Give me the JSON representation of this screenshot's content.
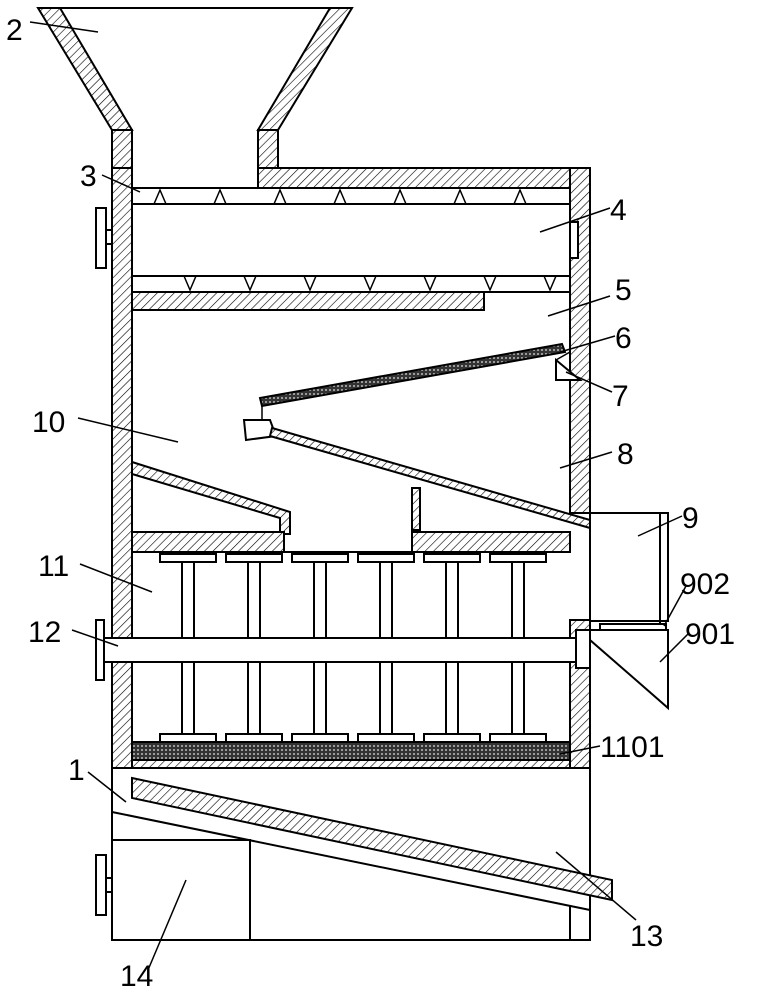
{
  "labels": {
    "l1": "1",
    "l2": "2",
    "l3": "3",
    "l4": "4",
    "l5": "5",
    "l6": "6",
    "l7": "7",
    "l8": "8",
    "l9": "9",
    "l10": "10",
    "l11": "11",
    "l12": "12",
    "l13": "13",
    "l14": "14",
    "l901": "901",
    "l902": "902",
    "l1101": "1101"
  }
}
